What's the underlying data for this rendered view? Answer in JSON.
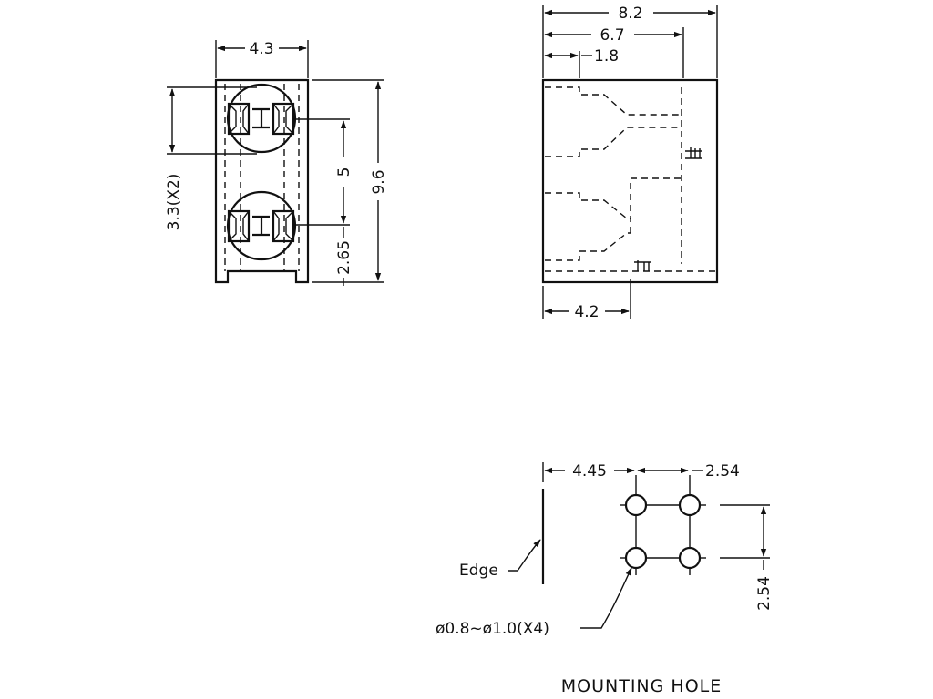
{
  "front_view": {
    "width": "4.3",
    "led_pitch": "3.3(X2)",
    "height": "9.6",
    "led_spacing": "5",
    "led_offset": "2.65"
  },
  "side_view": {
    "depth": "8.2",
    "body_depth": "6.7",
    "flange": "1.8",
    "pin_position": "4.2"
  },
  "mounting_hole": {
    "edge_offset": "4.45",
    "hole_pitch_h": "2.54",
    "hole_pitch_v": "2.54",
    "edge_label": "Edge",
    "hole_diameter": "ø0.8~ø1.0(X4)",
    "title": "MOUNTING HOLE"
  }
}
